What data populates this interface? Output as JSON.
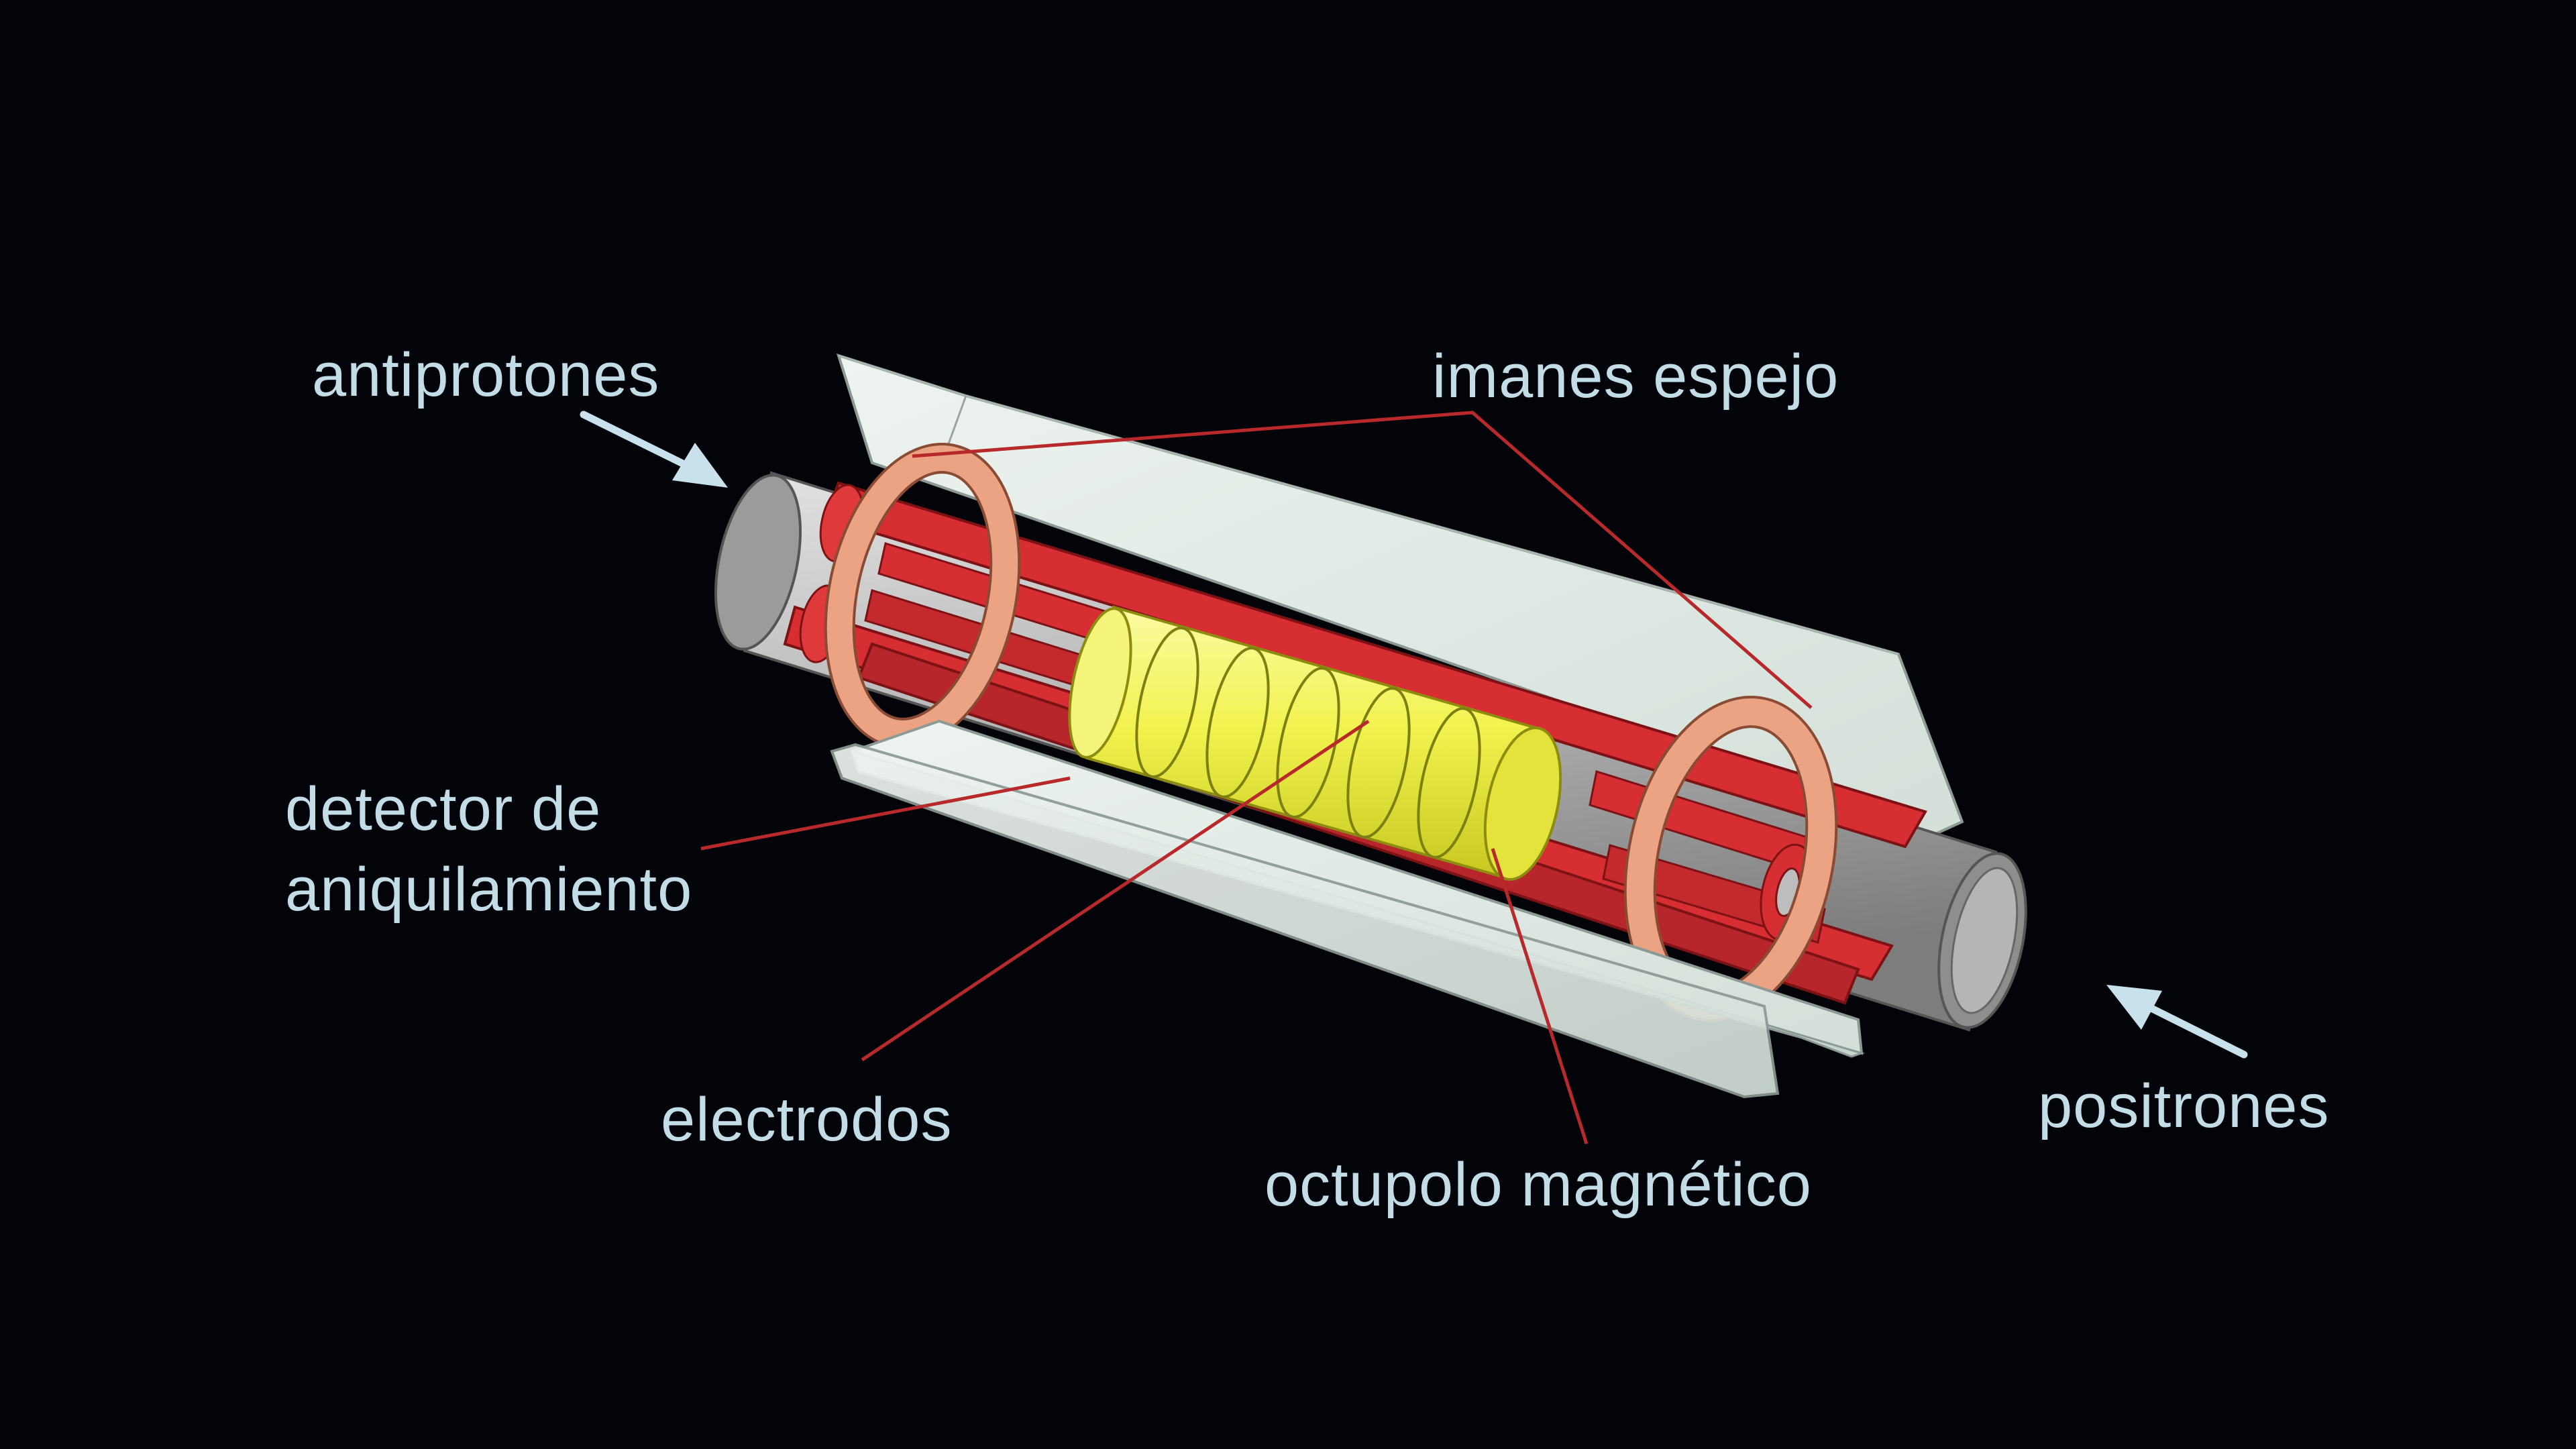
{
  "colors": {
    "background": "#03040a",
    "label_text": "#c3dde6",
    "leader_line": "#b8292b",
    "arrow": "#c9e1ea",
    "shield": "#dfe9e4",
    "tube": "#b3b3b3",
    "electrodes": "#d62e32",
    "mirror_magnets": "#eba383",
    "octupole": "#eeee4c"
  },
  "labels": {
    "antiprotons": "antiprotones",
    "mirror_magnets": "imanes espejo",
    "annihilation_detector_line1": "detector de",
    "annihilation_detector_line2": "aniquilamiento",
    "electrodes": "electrodos",
    "magnetic_octupole": "octupolo magnético",
    "positrons": "positrones"
  }
}
